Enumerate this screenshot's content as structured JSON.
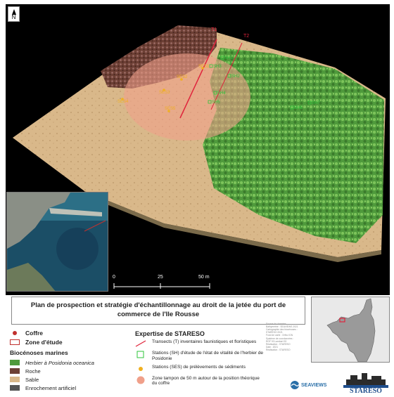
{
  "map": {
    "north_label": "N",
    "transects": [
      "T1",
      "T2"
    ],
    "stations_ses": [
      "SES1",
      "SES2",
      "SES3",
      "SES4",
      "SES5"
    ],
    "stations_sh": [
      "SH1",
      "SH2",
      "SH3",
      "SH4",
      "SH5",
      "SH6",
      "SH7"
    ],
    "scale_bar": {
      "ticks": [
        "0",
        "25",
        "50 m"
      ]
    },
    "colors": {
      "posidonia": "#4f9a3c",
      "rock": "#6d4035",
      "sand": "#d9b88a",
      "buffer_zone": "#f0a08a",
      "transect": "#e0243c",
      "station_ses": "#f0b020",
      "station_sh": "#2ec43a"
    }
  },
  "title": "Plan de prospection et stratégie d'échantillonnage au droit de la jetée du port de commerce de l'Ile Rousse",
  "legend_left": {
    "coffre": "Coffre",
    "zone_etude": "Zone d'étude",
    "biocenoses_heading": "Biocénoses marines",
    "herbier": "Herbier à Posidonia oceanica",
    "roche": "Roche",
    "sable": "Sable",
    "enrochement": "Enrochement artificiel"
  },
  "legend_mid": {
    "heading": "Expertise de STARESO",
    "transects": "Transects (T) inventaires faunistiques et floristiques",
    "stations_sh": "Stations (SH) d'étude de l'état de vitalité de l'herbier de Posidonie",
    "stations_ses": "Stations (SES) de prélèvements de sédiments",
    "buffer": "Zone tampon de 50 m autour de la position théorique du coffre"
  },
  "credits": [
    "Source de données",
    "Bathymétrie : SEAVIEWS 2021",
    "Cartographie des biocénoses :",
    "STARESO 2021",
    "Fond de carte : Ortho IGN",
    "Système de coordonnées :",
    "RGF 93 Lambert 93",
    "",
    "Réalisation : STARESO",
    "Date : 2021",
    "",
    "Réalisation : STARESO"
  ],
  "logos": {
    "seaviews": "SEAVIEWS",
    "stareso": "STARESO"
  }
}
